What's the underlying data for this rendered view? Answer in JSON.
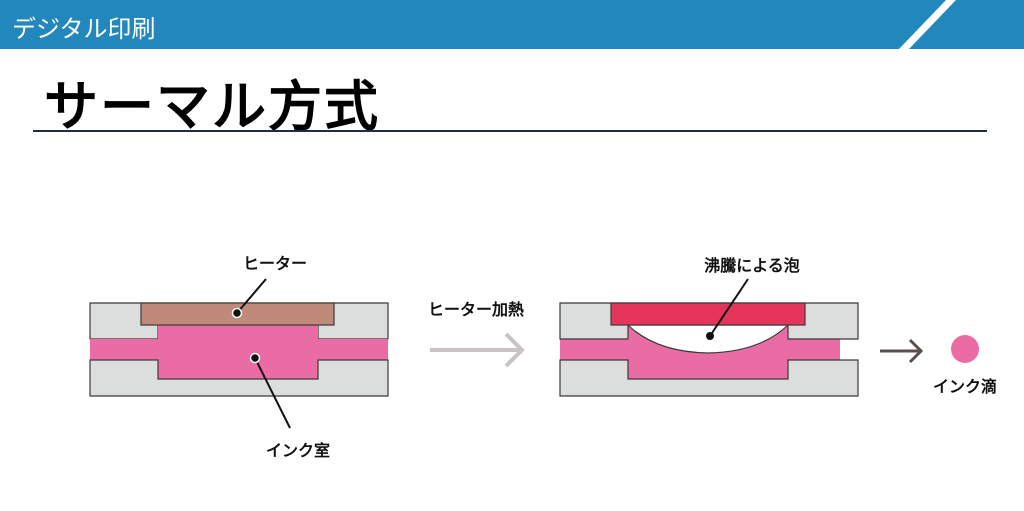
{
  "header": {
    "category": "デジタル印刷"
  },
  "title": "サーマル方式",
  "diagram": {
    "labels": {
      "heater": "ヒーター",
      "ink_chamber": "インク室",
      "heating": "ヒーター加熱",
      "bubble": "沸騰による泡",
      "ink_droplet": "インク滴"
    },
    "colors": {
      "header_blue": "#2287bc",
      "plate_gray": "#dcdddd",
      "ink_pink": "#eb6ca4",
      "heater_idle": "#bf8a7a",
      "heater_hot": "#e5355a",
      "arrow_gray": "#c9c4c4",
      "arrow_dark": "#5a4f4f"
    }
  }
}
